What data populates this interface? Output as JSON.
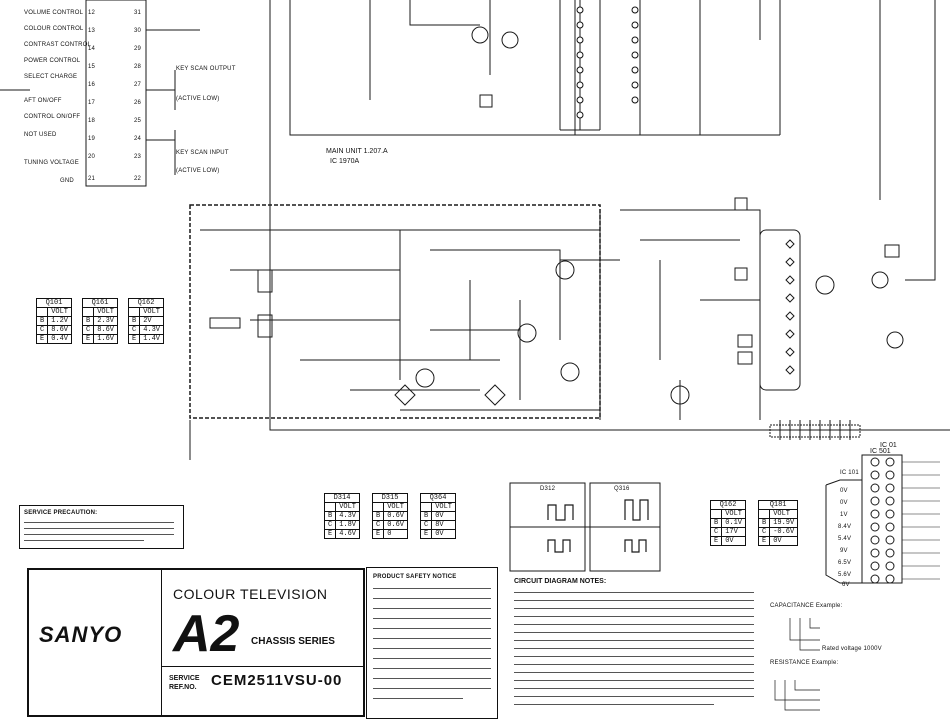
{
  "title_block": {
    "brand": "SANYO",
    "product": "COLOUR TELEVISION",
    "model": "A2",
    "chassis": "CHASSIS SERIES",
    "service_label_1": "SERVICE",
    "service_label_2": "REF.NO.",
    "service_ref": "CEM2511VSU-00"
  },
  "service_precaution": {
    "title": "SERVICE PRECAUTION:"
  },
  "product_safety": {
    "title": "PRODUCT SAFETY NOTICE"
  },
  "circuit_notes": {
    "title": "CIRCUIT DIAGRAM NOTES:"
  },
  "pin_labels_left": [
    "VOLUME CONTROL",
    "COLOUR CONTROL",
    "CONTRAST CONTROL",
    "POWER CONTROL",
    "SELECT CHARGE",
    "AFT ON/OFF",
    "CONTROL ON/OFF",
    "NOT USED",
    "TUNING VOLTAGE",
    "GND"
  ],
  "pin_numbers_left": [
    "12",
    "13",
    "14",
    "15",
    "16",
    "17",
    "18",
    "19",
    "20",
    "21"
  ],
  "pin_numbers_right": [
    "31",
    "30",
    "29",
    "28",
    "27",
    "26",
    "25",
    "24",
    "23",
    "22"
  ],
  "pin_labels_right": [
    "KEY SCAN OUTPUT",
    "(ACTIVE LOW)",
    "KEY SCAN INPUT",
    "(ACTIVE LOW)"
  ],
  "board_labels": {
    "main_unit": "MAIN UNIT 1.207.A",
    "ic_ref": "IC 1970A",
    "ic501": "IC 501"
  },
  "tables": {
    "q101": {
      "name": "Q101",
      "head": "VOLT",
      "rows": [
        [
          "B",
          "1.2V"
        ],
        [
          "C",
          "8.6V"
        ],
        [
          "E",
          "0.4V"
        ]
      ]
    },
    "q161": {
      "name": "Q161",
      "head": "VOLT",
      "rows": [
        [
          "B",
          "2.3V"
        ],
        [
          "C",
          "8.6V"
        ],
        [
          "E",
          "1.6V"
        ]
      ]
    },
    "q162": {
      "name": "Q162",
      "head": "VOLT",
      "rows": [
        [
          "B",
          "2V"
        ],
        [
          "C",
          "4.3V"
        ],
        [
          "E",
          "1.4V"
        ]
      ]
    },
    "d314": {
      "name": "D314",
      "head": "VOLT",
      "rows": [
        [
          "B",
          "4.3V"
        ],
        [
          "C",
          "1.8V"
        ],
        [
          "E",
          "4.6V"
        ]
      ]
    },
    "d315": {
      "name": "D315",
      "head": "VOLT",
      "rows": [
        [
          "B",
          "0.6V"
        ],
        [
          "C",
          "0.6V"
        ],
        [
          "E",
          "0"
        ]
      ]
    },
    "q364": {
      "name": "Q364",
      "head": "VOLT",
      "rows": [
        [
          "B",
          "0V"
        ],
        [
          "C",
          "8V"
        ],
        [
          "E",
          "0V"
        ]
      ]
    },
    "q162b": {
      "name": "Q162",
      "head": "VOLT",
      "rows": [
        [
          "B",
          "0.1V"
        ],
        [
          "C",
          "17V"
        ],
        [
          "E",
          "0V"
        ]
      ]
    },
    "q181": {
      "name": "Q181",
      "head": "VOLT",
      "rows": [
        [
          "B",
          "19.9V"
        ],
        [
          "C",
          "-0.6V"
        ],
        [
          "E",
          "0V"
        ]
      ]
    }
  },
  "waveforms": {
    "left_title": "D312",
    "right_title": "Q316"
  },
  "ic_right": {
    "title": "IC 101",
    "title2": "IC 01",
    "left_volts": [
      "0V",
      "0V",
      "1V",
      "8.4V",
      "5.4V",
      "9V",
      "6.5V",
      "5.6V",
      "6V"
    ],
    "right_volts": []
  },
  "legend": {
    "capacitance": "CAPACITANCE Example:",
    "resistance": "RESISTANCE Example:",
    "rated_voltage": "Rated voltage 1000V"
  }
}
